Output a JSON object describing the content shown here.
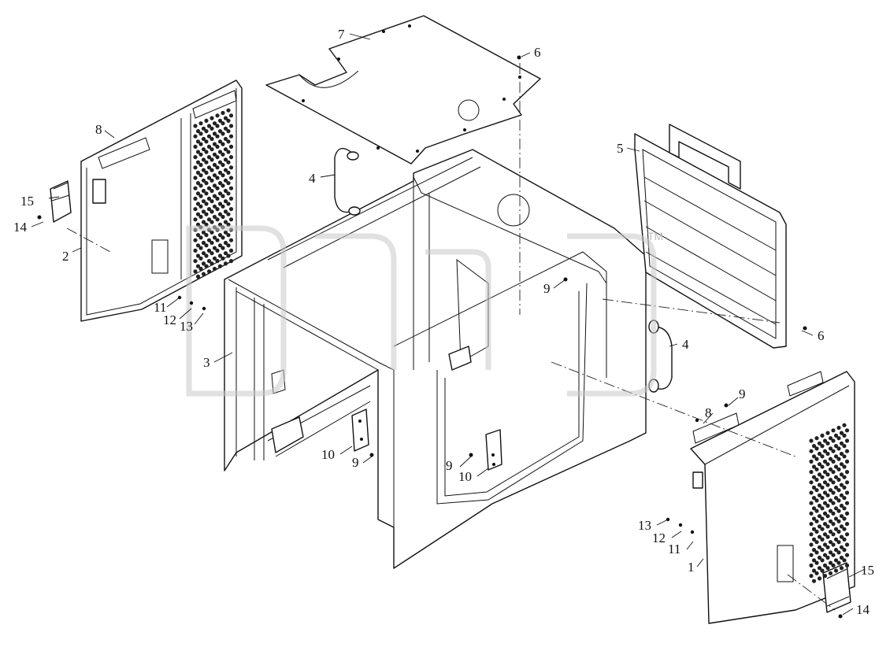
{
  "diagram": {
    "callouts": [
      {
        "id": "c1",
        "text": "1"
      },
      {
        "id": "c2",
        "text": "2"
      },
      {
        "id": "c3",
        "text": "3"
      },
      {
        "id": "c4a",
        "text": "4"
      },
      {
        "id": "c4b",
        "text": "4"
      },
      {
        "id": "c5",
        "text": "5"
      },
      {
        "id": "c6a",
        "text": "6"
      },
      {
        "id": "c6b",
        "text": "6"
      },
      {
        "id": "c7",
        "text": "7"
      },
      {
        "id": "c8a",
        "text": "8"
      },
      {
        "id": "c8b",
        "text": "8"
      },
      {
        "id": "c9a",
        "text": "9"
      },
      {
        "id": "c9b",
        "text": "9"
      },
      {
        "id": "c9c",
        "text": "9"
      },
      {
        "id": "c9d",
        "text": "9"
      },
      {
        "id": "c10a",
        "text": "10"
      },
      {
        "id": "c10b",
        "text": "10"
      },
      {
        "id": "c11a",
        "text": "11"
      },
      {
        "id": "c11b",
        "text": "11"
      },
      {
        "id": "c12a",
        "text": "12"
      },
      {
        "id": "c12b",
        "text": "12"
      },
      {
        "id": "c13a",
        "text": "13"
      },
      {
        "id": "c13b",
        "text": "13"
      },
      {
        "id": "c14a",
        "text": "14"
      },
      {
        "id": "c14b",
        "text": "14"
      },
      {
        "id": "c15a",
        "text": "15"
      },
      {
        "id": "c15b",
        "text": "15"
      }
    ],
    "watermark": {
      "trademark": "TM"
    }
  }
}
